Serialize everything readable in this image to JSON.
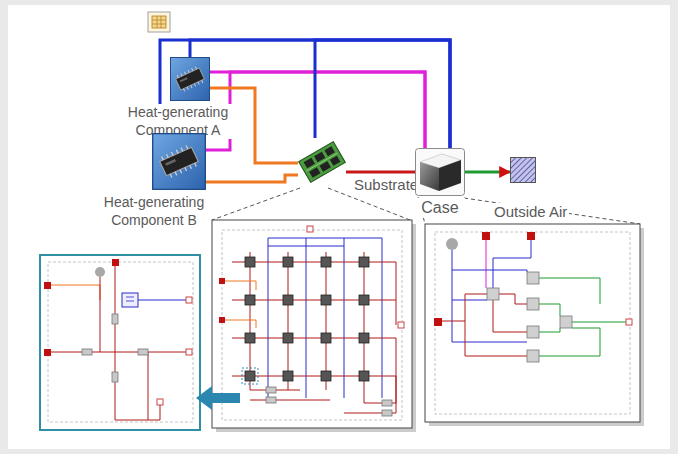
{
  "diagram": {
    "nodes": [
      {
        "text": [
          "Heat-generating Component A"
        ]
      },
      {
        "text": [
          "Heat-generating Component B"
        ]
      },
      {
        "text": [
          "Substrate"
        ]
      },
      {
        "text": [
          "Case"
        ]
      },
      {
        "text": [
          "Outside Air"
        ]
      }
    ],
    "edges": [
      {
        "from": 0,
        "to": 3,
        "arrow": "none"
      },
      {
        "from": 1,
        "to": 3,
        "arrow": "none"
      },
      {
        "from": 0,
        "to": 2,
        "arrow": "none"
      },
      {
        "from": 1,
        "to": 2,
        "arrow": "none"
      },
      {
        "from": 0,
        "to": 3,
        "arrow": "none"
      },
      {
        "from": 1,
        "to": 3,
        "arrow": "none"
      },
      {
        "from": 2,
        "to": 3,
        "arrow": "none"
      },
      {
        "from": 2,
        "to": 3,
        "arrow": "none"
      },
      {
        "from": 3,
        "to": 4,
        "arrow": "to"
      }
    ]
  }
}
